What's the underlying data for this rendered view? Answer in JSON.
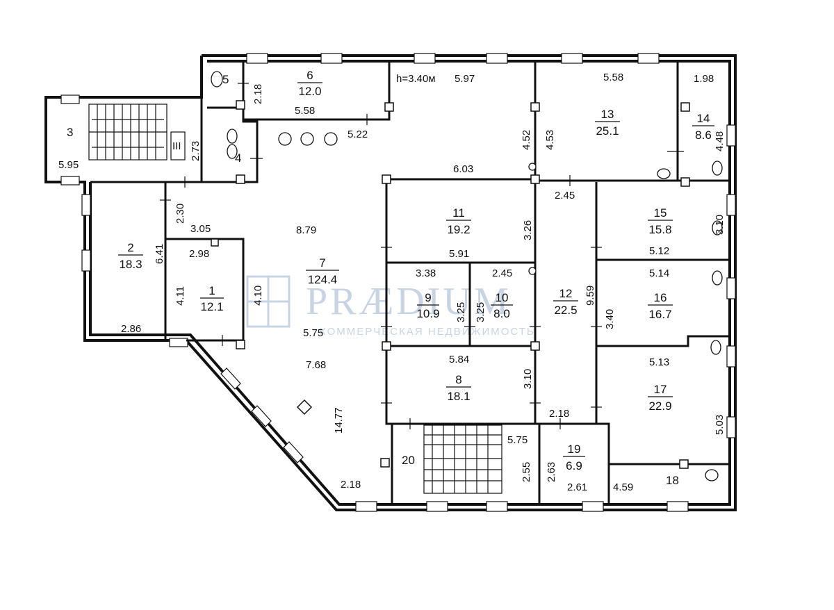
{
  "plan": {
    "height_label": "h=3.40м",
    "watermark": {
      "name": "PRÆDIUM",
      "subtitle": "КОММЕРЧЕСКАЯ НЕДВИЖИМОСТЬ"
    },
    "rooms": [
      {
        "id": "1",
        "number": "1",
        "area": "12.1"
      },
      {
        "id": "2",
        "number": "2",
        "area": "18.3"
      },
      {
        "id": "3",
        "number": "3",
        "area": ""
      },
      {
        "id": "4",
        "number": "4",
        "area": ""
      },
      {
        "id": "5",
        "number": "5",
        "area": ""
      },
      {
        "id": "6",
        "number": "6",
        "area": "12.0"
      },
      {
        "id": "7",
        "number": "7",
        "area": "124.4"
      },
      {
        "id": "8",
        "number": "8",
        "area": "18.1"
      },
      {
        "id": "9",
        "number": "9",
        "area": "10.9"
      },
      {
        "id": "10",
        "number": "10",
        "area": "8.0"
      },
      {
        "id": "11",
        "number": "11",
        "area": "19.2"
      },
      {
        "id": "12",
        "number": "12",
        "area": "22.5"
      },
      {
        "id": "13",
        "number": "13",
        "area": "25.1"
      },
      {
        "id": "14",
        "number": "14",
        "area": "8.6"
      },
      {
        "id": "15",
        "number": "15",
        "area": "15.8"
      },
      {
        "id": "16",
        "number": "16",
        "area": "16.7"
      },
      {
        "id": "17",
        "number": "17",
        "area": "22.9"
      },
      {
        "id": "18",
        "number": "18",
        "area": ""
      },
      {
        "id": "19",
        "number": "19",
        "area": "6.9"
      },
      {
        "id": "20",
        "number": "20",
        "area": ""
      }
    ],
    "stair_label": "III",
    "dimensions": {
      "d_595": "5.95",
      "d_273": "2.73",
      "d_218a": "2.18",
      "d_558a": "5.58",
      "d_522": "5.22",
      "d_597": "5.97",
      "d_452": "4.52",
      "d_453": "4.53",
      "d_558b": "5.58",
      "d_198": "1.98",
      "d_448": "4.48",
      "d_603": "6.03",
      "d_245a": "2.45",
      "d_230": "2.30",
      "d_305": "3.05",
      "d_879": "8.79",
      "d_641": "6.41",
      "d_298": "2.98",
      "d_411": "4.11",
      "d_410": "4.10",
      "d_286": "2.86",
      "d_326": "3.26",
      "d_591": "5.91",
      "d_310a": "3.10",
      "d_512": "5.12",
      "d_338": "3.38",
      "d_245b": "2.45",
      "d_325a": "3.25",
      "d_325b": "3.25",
      "d_959": "9.59",
      "d_514": "5.14",
      "d_340": "3.40",
      "d_575a": "5.75",
      "d_584": "5.84",
      "d_768": "7.68",
      "d_310b": "3.10",
      "d_513": "5.13",
      "d_1477": "14.77",
      "d_218b": "2.18",
      "d_503": "5.03",
      "d_575b": "5.75",
      "d_255": "2.55",
      "d_263": "2.63",
      "d_261": "2.61",
      "d_218c": "2.18",
      "d_459": "4.59"
    }
  }
}
